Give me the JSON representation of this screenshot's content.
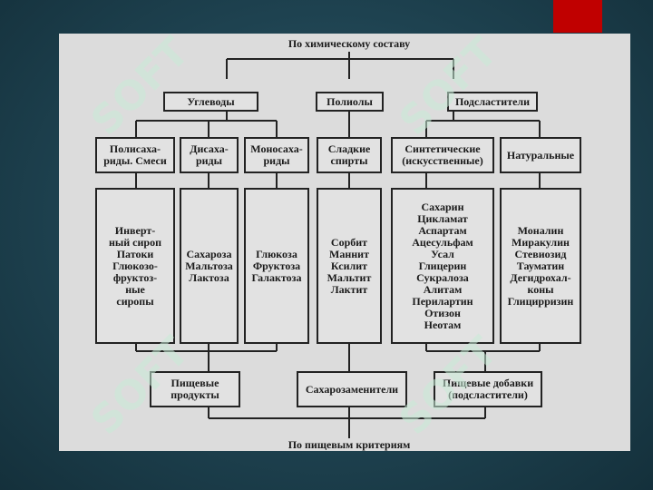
{
  "diagram": {
    "top_label": "По химическому составу",
    "bottom_label": "По пищевым критериям",
    "groups": {
      "carbs": "Углеводы",
      "polyols": "Полиолы",
      "sweeteners": "Подсластители"
    },
    "subgroups": {
      "poly": [
        "Полисаха-",
        "риды. Смеси"
      ],
      "di": [
        "Дисаха-",
        "риды"
      ],
      "mono": [
        "Моносаха-",
        "риды"
      ],
      "sweet_alcohols": [
        "Сладкие",
        "спирты"
      ],
      "synthetic": [
        "Синтетические",
        "(искусственные)"
      ],
      "natural": [
        "Натуральные"
      ]
    },
    "items": {
      "poly": [
        "Инверт-",
        "ный сироп",
        "Патоки",
        "Глюкозо-",
        "фруктоз-",
        "ные",
        "сиропы"
      ],
      "di": [
        "Сахароза",
        "Мальтоза",
        "Лактоза"
      ],
      "mono": [
        "Глюкоза",
        "Фруктоза",
        "Галактоза"
      ],
      "sweet_alcohols": [
        "Сорбит",
        "Маннит",
        "Ксилит",
        "Мальтит",
        "Лактит"
      ],
      "synthetic": [
        "Сахарин",
        "Цикламат",
        "Аспартам",
        "Ацесульфам",
        "Усал",
        "Глицерин",
        "Сукралоза",
        "Алитам",
        "Перилартин",
        "Отизон",
        "Неотам"
      ],
      "natural": [
        "Моналин",
        "Миракулин",
        "Стевиозид",
        "Тауматин",
        "Дегидрохал-",
        "коны",
        "Глицирризин"
      ]
    },
    "bottom_boxes": {
      "food": [
        "Пищевые",
        "продукты"
      ],
      "substitutes": [
        "Сахарозаменители"
      ],
      "additives": [
        "Пищевые добавки",
        "(подсластители)"
      ]
    }
  },
  "watermark": "SOFT",
  "colors": {
    "page": "#dcdcdc",
    "background": "#1e4250",
    "accent": "#c00000",
    "ink": "#222222"
  }
}
